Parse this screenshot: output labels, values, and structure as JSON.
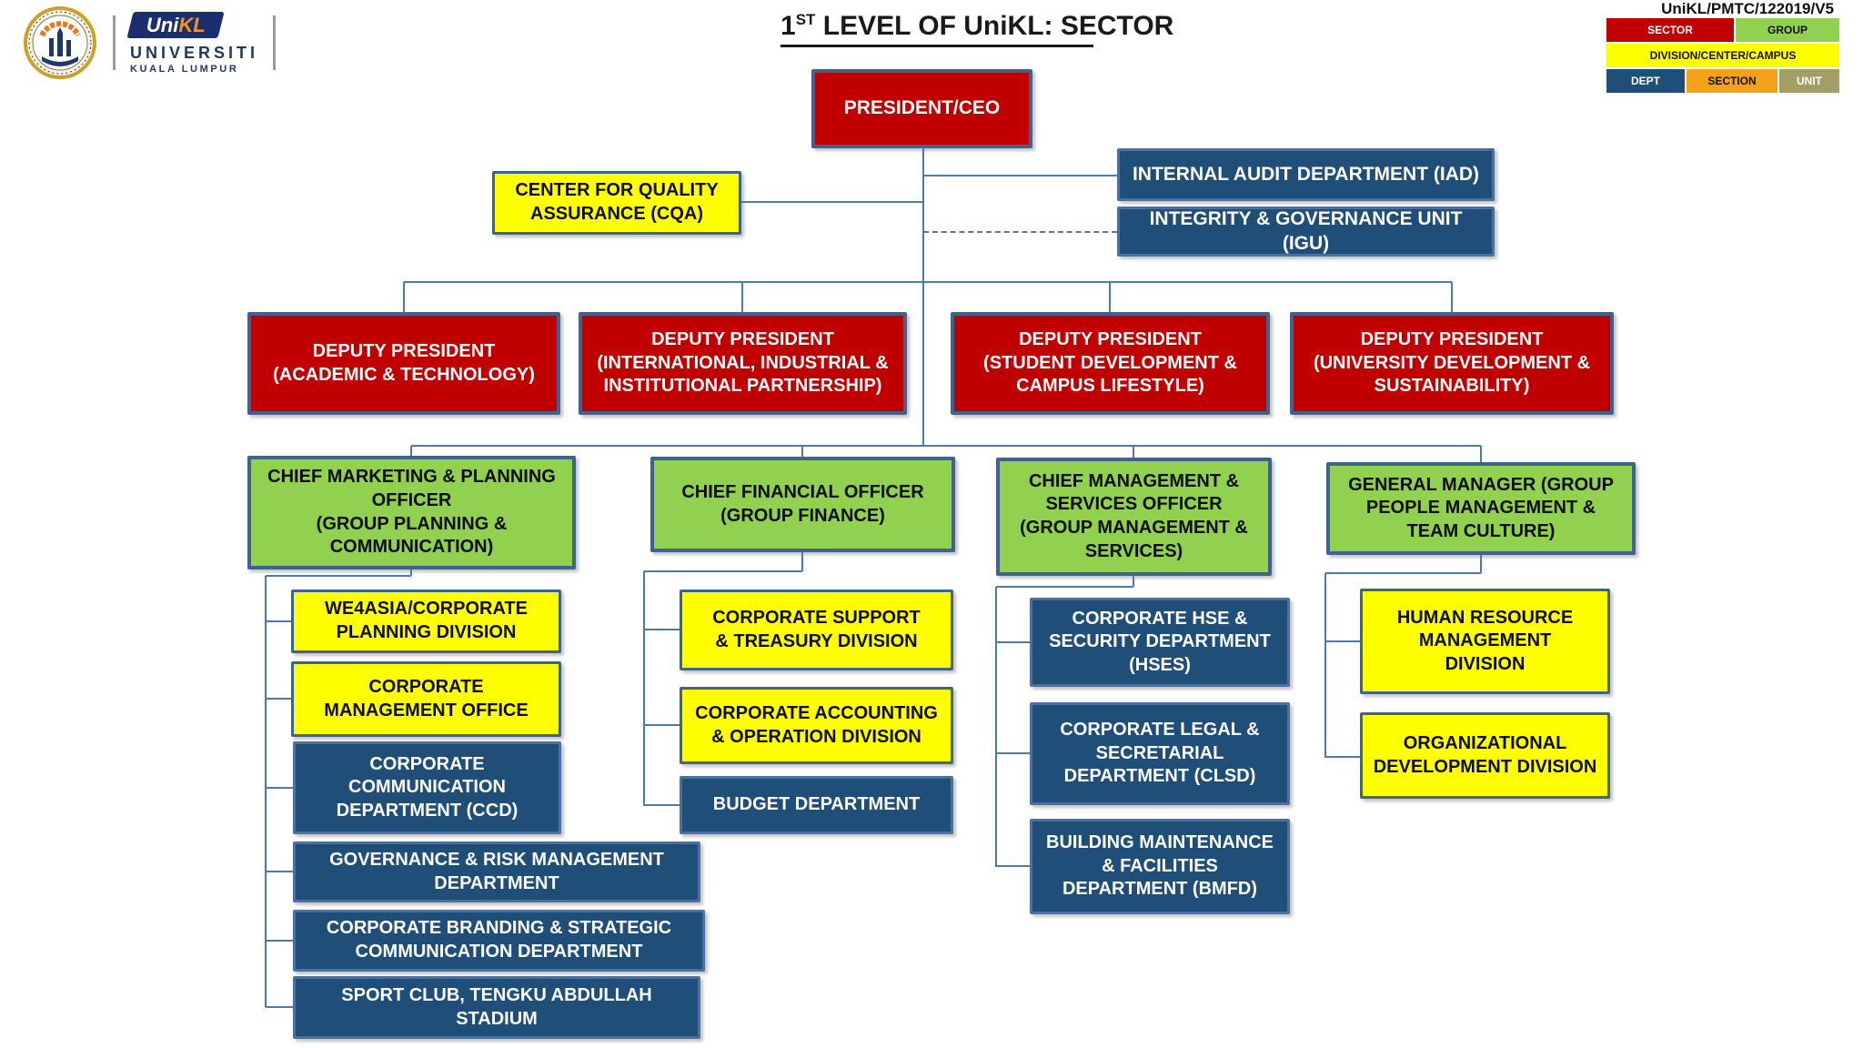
{
  "header": {
    "title_num": "1",
    "title_sup": "ST",
    "title_rest": " LEVEL OF UniKL: SECTOR",
    "doc_code": "UniKL/PMTC/122019/V5"
  },
  "logo": {
    "brand_uni": "Uni",
    "brand_kl": "KL",
    "name_line1": "UNIVERSITI",
    "name_line2": "KUALA LUMPUR"
  },
  "legend": {
    "items": [
      {
        "label": "SECTOR",
        "color": "#c00000",
        "text_color": "#ffffff"
      },
      {
        "label": "GROUP",
        "color": "#92d050",
        "text_color": "#111111"
      },
      {
        "label": "DIVISION/CENTER/CAMPUS",
        "color": "#ffff00",
        "text_color": "#111111"
      },
      {
        "label": "DEPT",
        "color": "#1f4e79",
        "text_color": "#ffffff"
      },
      {
        "label": "SECTION",
        "color": "#f5a21b",
        "text_color": "#111111"
      },
      {
        "label": "UNIT",
        "color": "#a39e66",
        "text_color": "#ffffff"
      }
    ]
  },
  "org": {
    "president": {
      "label": "PRESIDENT/CEO",
      "type": "SECTOR"
    },
    "cqa": {
      "label": "CENTER FOR QUALITY\nASSURANCE (CQA)",
      "type": "DIVISION/CENTER/CAMPUS"
    },
    "iad": {
      "label": "INTERNAL AUDIT DEPARTMENT (IAD)",
      "type": "DEPT"
    },
    "igu": {
      "label": "INTEGRITY & GOVERNANCE UNIT (IGU)",
      "type": "DEPT"
    },
    "dp_academic": {
      "label": "DEPUTY PRESIDENT\n(ACADEMIC & TECHNOLOGY)",
      "type": "SECTOR"
    },
    "dp_international": {
      "label": "DEPUTY PRESIDENT\n(INTERNATIONAL, INDUSTRIAL &\nINSTITUTIONAL PARTNERSHIP)",
      "type": "SECTOR"
    },
    "dp_student": {
      "label": "DEPUTY PRESIDENT\n(STUDENT DEVELOPMENT &\nCAMPUS LIFESTYLE)",
      "type": "SECTOR"
    },
    "dp_university": {
      "label": "DEPUTY PRESIDENT\n(UNIVERSITY DEVELOPMENT &\nSUSTAINABILITY)",
      "type": "SECTOR"
    },
    "chief_marketing": {
      "label": "CHIEF MARKETING & PLANNING\nOFFICER\n(GROUP PLANNING &\nCOMMUNICATION)",
      "type": "GROUP"
    },
    "chief_financial": {
      "label": "CHIEF FINANCIAL OFFICER\n(GROUP FINANCE)",
      "type": "GROUP"
    },
    "chief_management": {
      "label": "CHIEF MANAGEMENT &\nSERVICES OFFICER\n(GROUP MANAGEMENT &\nSERVICES)",
      "type": "GROUP"
    },
    "gm_people": {
      "label": "GENERAL MANAGER (GROUP\nPEOPLE MANAGEMENT &\nTEAM CULTURE)",
      "type": "GROUP"
    },
    "we4asia": {
      "label": "WE4ASIA/CORPORATE\nPLANNING DIVISION",
      "type": "DIVISION/CENTER/CAMPUS"
    },
    "cmo": {
      "label": "CORPORATE\nMANAGEMENT OFFICE",
      "type": "DIVISION/CENTER/CAMPUS"
    },
    "ccd": {
      "label": "CORPORATE\nCOMMUNICATION\nDEPARTMENT (CCD)",
      "type": "DEPT"
    },
    "grmd": {
      "label": "GOVERNANCE & RISK MANAGEMENT\nDEPARTMENT",
      "type": "DEPT"
    },
    "cbscd": {
      "label": "CORPORATE BRANDING & STRATEGIC\nCOMMUNICATION DEPARTMENT",
      "type": "DEPT"
    },
    "sport": {
      "label": "SPORT CLUB, TENGKU ABDULLAH\nSTADIUM",
      "type": "DEPT"
    },
    "cstd": {
      "label": "CORPORATE SUPPORT\n& TREASURY DIVISION",
      "type": "DIVISION/CENTER/CAMPUS"
    },
    "caod": {
      "label": "CORPORATE ACCOUNTING\n& OPERATION DIVISION",
      "type": "DIVISION/CENTER/CAMPUS"
    },
    "budget": {
      "label": "BUDGET DEPARTMENT",
      "type": "DEPT"
    },
    "hses": {
      "label": "CORPORATE HSE &\nSECURITY DEPARTMENT\n(HSES)",
      "type": "DEPT"
    },
    "clsd": {
      "label": "CORPORATE LEGAL &\nSECRETARIAL\nDEPARTMENT (CLSD)",
      "type": "DEPT"
    },
    "bmfd": {
      "label": "BUILDING MAINTENANCE\n& FACILITIES\nDEPARTMENT (BMFD)",
      "type": "DEPT"
    },
    "hrmd": {
      "label": "HUMAN RESOURCE\nMANAGEMENT\nDIVISION",
      "type": "DIVISION/CENTER/CAMPUS"
    },
    "odd": {
      "label": "ORGANIZATIONAL\nDEVELOPMENT DIVISION",
      "type": "DIVISION/CENTER/CAMPUS"
    }
  },
  "colors": {
    "sector": "#c00000",
    "group": "#92d050",
    "division_center_campus": "#ffff00",
    "dept": "#1f4e79",
    "section": "#f5a21b",
    "unit": "#a39e66",
    "connector": "#4f79a8",
    "node_border": "#3e638f"
  }
}
